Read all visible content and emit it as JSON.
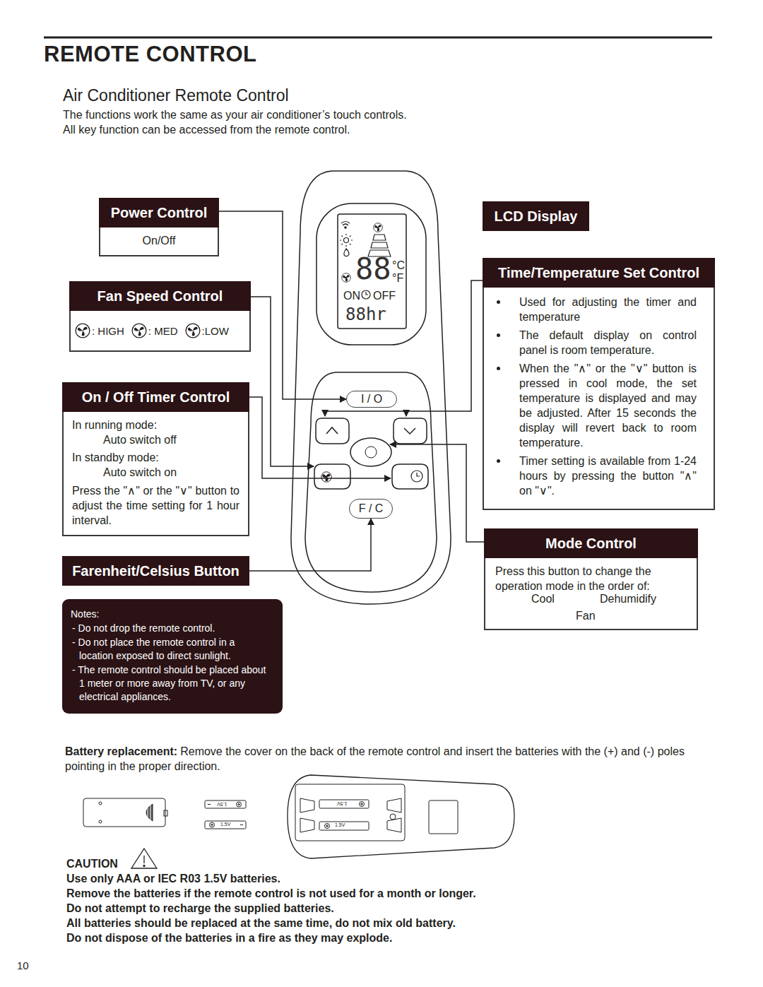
{
  "diagram": {
    "title": "REMOTE CONTROL",
    "nodes": [
      {
        "text": [
          "Power Control",
          "On/Off"
        ]
      },
      {
        "text": [
          "Fan Speed Control",
          ": HIGH",
          ": MED",
          ":LOW"
        ]
      },
      {
        "text": [
          "On / Off Timer Control",
          "In running mode:",
          "Auto switch off",
          "In standby mode:",
          "Auto switch on",
          "Press the \"∧\" or the \"∨\" button to adjust the time setting for 1 hour interval."
        ]
      },
      {
        "text": [
          "Farenheit/Celsius Button"
        ]
      },
      {
        "text": [
          "Notes:",
          "- Do not drop the remote control.",
          "- Do not place the remote control in a location exposed to direct sunlight.",
          "- The remote control should be placed about 1 meter or more away from TV, or any electrical appliances."
        ]
      },
      {
        "text": [
          "LCD Display"
        ]
      },
      {
        "text": [
          "Time/Temperature Set Control",
          "Used for adjusting the timer and temperature",
          "The default display on control panel is room temperature.",
          "When the \"∧\" or the \"∨\" button is pressed in cool mode, the set temperature is displayed and may be adjusted. After 15 seconds the display will revert back to room temperature.",
          "Timer setting is available from 1-24 hours by pressing the button \"∧\" on \"∨\"."
        ]
      },
      {
        "text": [
          "Mode Control",
          "Press this button to change the operation mode in the order of:"
        ]
      },
      {
        "text": [
          "I / O"
        ]
      },
      {
        "text": [
          "F / C"
        ]
      }
    ],
    "edges": [
      {
        "from": 0,
        "to": 8,
        "arrow": "to"
      },
      {
        "from": 3,
        "to": 9,
        "arrow": "to"
      }
    ],
    "labels": [
      "Air Conditioner Remote Control",
      "The functions work the same as your air conditioner’s touch controls.",
      "All key function can be accessed from the remote control.",
      "88",
      "°C",
      "°F",
      "ON",
      "OFF",
      "88hr",
      "Cool",
      "Dehumidify",
      "Fan",
      "Battery replacement:",
      "Remove the cover on the back of the remote control and insert the batteries with the (+) and (-) poles pointing in the proper direction.",
      "1.5V",
      "1.5V",
      "1.5V",
      "1.5V",
      "CAUTION",
      "Use only AAA or IEC R03 1.5V batteries.",
      "Remove the batteries if the remote control is not used for a month or longer.",
      "Do not attempt to recharge the supplied batteries.",
      "All batteries should be replaced at the same time, do not mix old battery.",
      "Do not dispose of the batteries in a fire as they may explode.",
      "10"
    ]
  }
}
